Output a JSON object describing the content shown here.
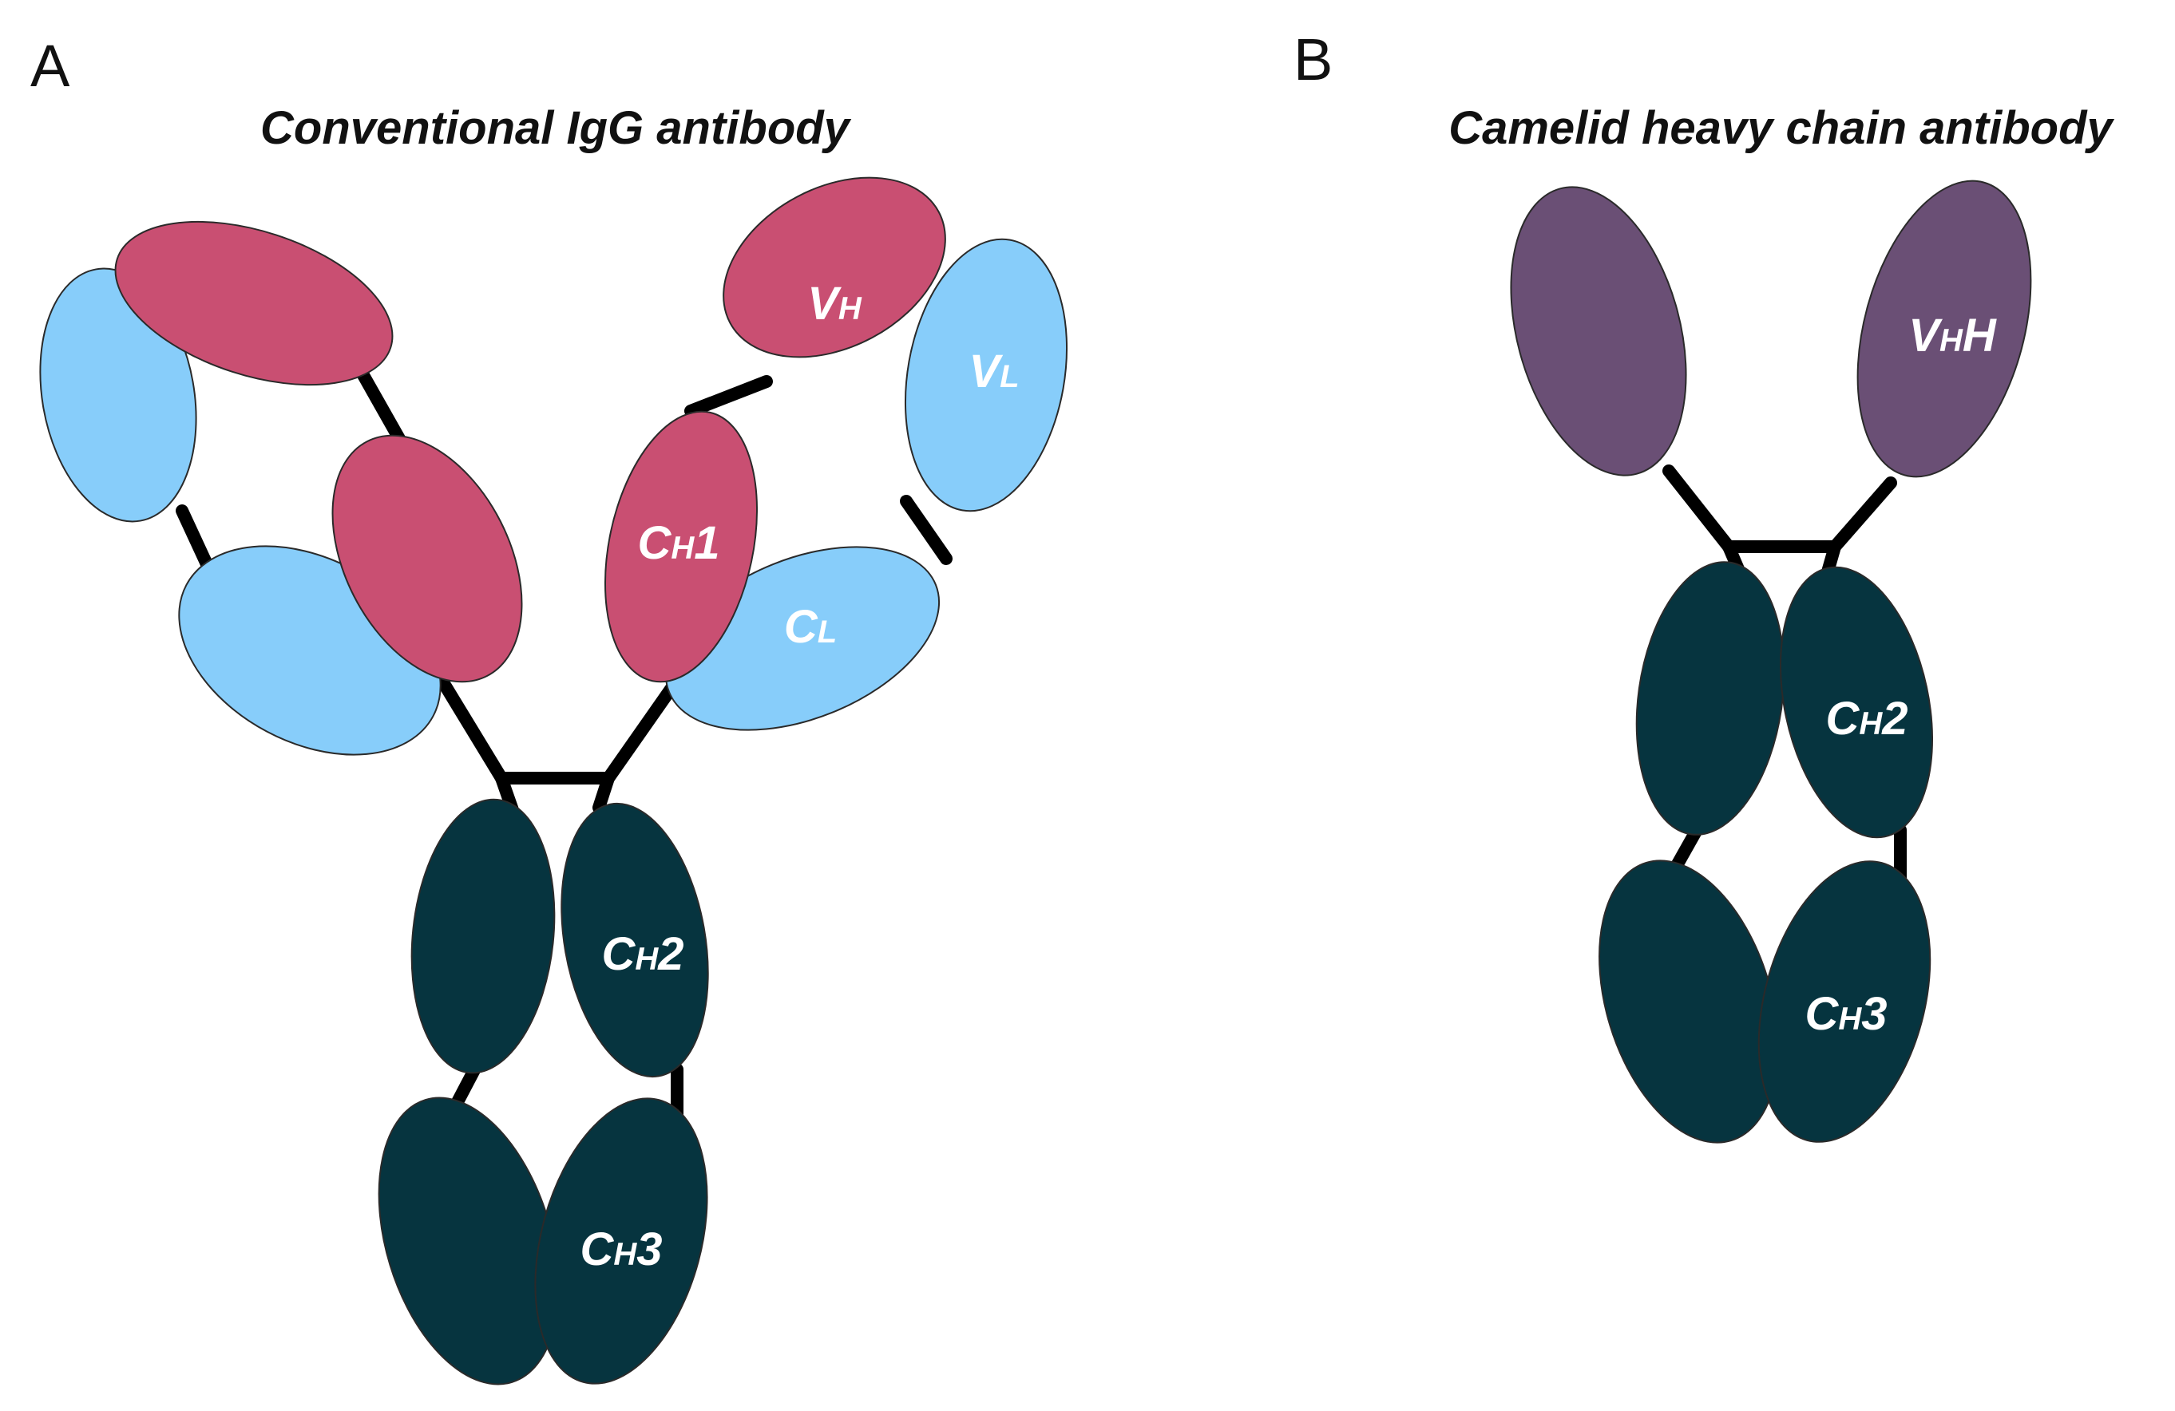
{
  "colors": {
    "heavy_variable_conventional": "#c94f72",
    "light_chain": "#87cdfa",
    "constant_heavy": "#06343f",
    "vhh": "#6a4f75",
    "linker": "#000000",
    "label_text": "#ffffff"
  },
  "panels": [
    {
      "id": "A",
      "letter": "A",
      "title": "Conventional IgG antibody",
      "labels": {
        "vh": {
          "main": "V",
          "sub": "H"
        },
        "vl": {
          "main": "V",
          "sub": "L"
        },
        "ch1": {
          "main": "C",
          "sub": "H",
          "tail": "1"
        },
        "cl": {
          "main": "C",
          "sub": "L"
        },
        "ch2": {
          "main": "C",
          "sub": "H",
          "tail": "2"
        },
        "ch3": {
          "main": "C",
          "sub": "H",
          "tail": "3"
        }
      }
    },
    {
      "id": "B",
      "letter": "B",
      "title": "Camelid heavy chain antibody",
      "labels": {
        "vhh": {
          "main": "V",
          "sub": "H",
          "tail": "H"
        },
        "ch2": {
          "main": "C",
          "sub": "H",
          "tail": "2"
        },
        "ch3": {
          "main": "C",
          "sub": "H",
          "tail": "3"
        }
      }
    }
  ]
}
